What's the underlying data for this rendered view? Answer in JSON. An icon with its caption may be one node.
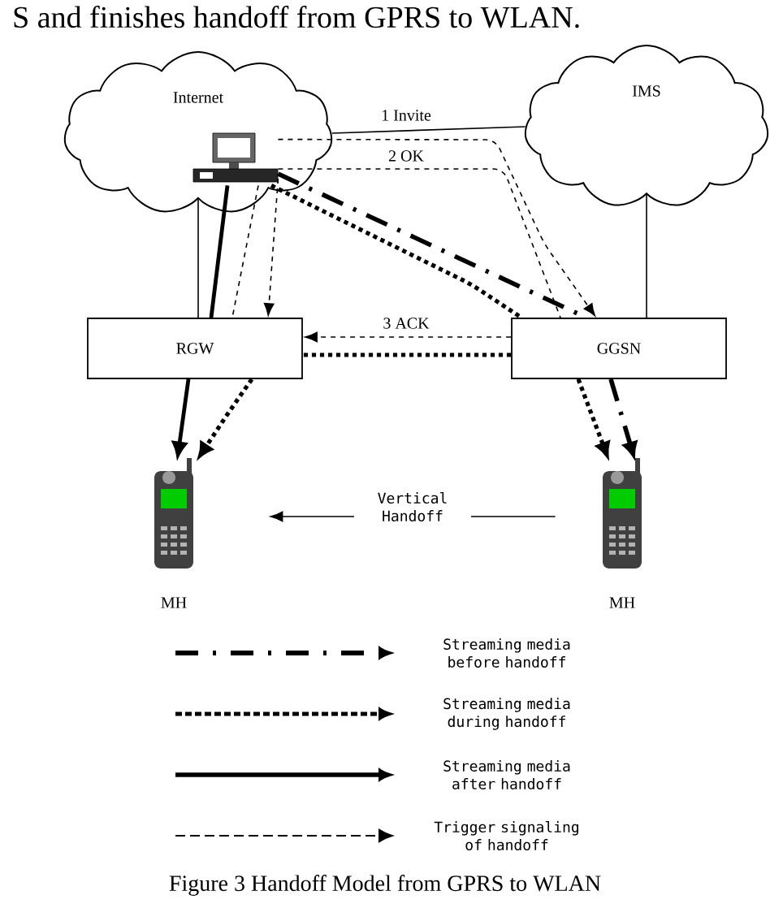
{
  "diagram": {
    "caption": "Figure 3 Handoff Model from GPRS to WLAN",
    "nodes": [
      {
        "text": [
          "Internet"
        ]
      },
      {
        "text": [
          "IMS"
        ]
      },
      {
        "text": [],
        "shape": "picture",
        "in": 0
      },
      {
        "text": [
          "RGW"
        ]
      },
      {
        "text": [
          "GGSN"
        ]
      },
      {
        "text": [],
        "shape": "picture",
        "beside": [
          "MH"
        ]
      },
      {
        "text": [],
        "shape": "picture",
        "beside": [
          "MH"
        ]
      }
    ],
    "edges": [
      {
        "from": 0,
        "to": 1,
        "arrow": "none",
        "label": "1 Invite"
      },
      {
        "from": 2,
        "to": 4,
        "arrow": "to",
        "style": "dashed"
      },
      {
        "from": 2,
        "to": 3,
        "arrow": "to",
        "style": "dashed"
      },
      {
        "from": 2,
        "to": 3,
        "arrow": "none",
        "style": "dashed"
      },
      {
        "from": 2,
        "to": 4,
        "arrow": "none",
        "style": "dashed",
        "label": "2 OK"
      },
      {
        "from": 2,
        "to": 4,
        "arrow": "none",
        "style": "dashed"
      },
      {
        "from": 4,
        "to": 6,
        "arrow": "to",
        "style": "dashed"
      },
      {
        "from": 2,
        "to": 4,
        "arrow": "none",
        "style": "dashed"
      },
      {
        "from": 4,
        "to": 6,
        "arrow": "to",
        "style": "dashed"
      },
      {
        "from": 4,
        "to": 3,
        "arrow": "none",
        "style": "dashed"
      },
      {
        "from": 3,
        "to": 5,
        "arrow": "to",
        "style": "dashed"
      },
      {
        "from": 4,
        "to": 3,
        "arrow": "to",
        "style": "dashed",
        "label": "3 ACK"
      },
      {
        "from": 2,
        "to": 3,
        "arrow": "none",
        "style": "thick"
      },
      {
        "from": 3,
        "to": 5,
        "arrow": "to",
        "style": "thick"
      },
      {
        "from": 0,
        "to": 3,
        "arrow": "none"
      },
      {
        "from": 1,
        "to": 4,
        "arrow": "none"
      },
      {
        "from": 6,
        "to": 5,
        "arrow": "to",
        "label": "Vertical Handoff"
      }
    ],
    "labels": [
      "S and finishes handoff from GPRS to WLAN."
    ],
    "legend": [
      {
        "text": "Streaming media before handoff"
      },
      {
        "text": "Streaming media during handoff"
      },
      {
        "text": "Streaming media after handoff"
      },
      {
        "text": "Trigger signaling of handoff"
      }
    ]
  }
}
